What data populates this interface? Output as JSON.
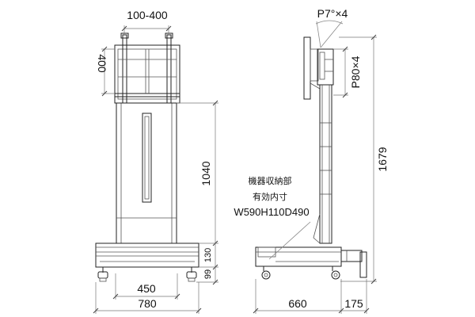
{
  "front_view": {
    "vesa_width": "100-400",
    "vesa_height": "400",
    "column_height": "1040",
    "base_height": "130",
    "caster_height": "99",
    "caster_span": "450",
    "base_width": "780"
  },
  "side_view": {
    "tilt": "P7°×4",
    "height_step": "P80×4",
    "total_height": "1679",
    "storage_label": "機器収納部",
    "storage_sublabel": "有効内寸",
    "storage_dims": "W590H110D490",
    "base_depth": "660",
    "handle_depth": "175"
  }
}
